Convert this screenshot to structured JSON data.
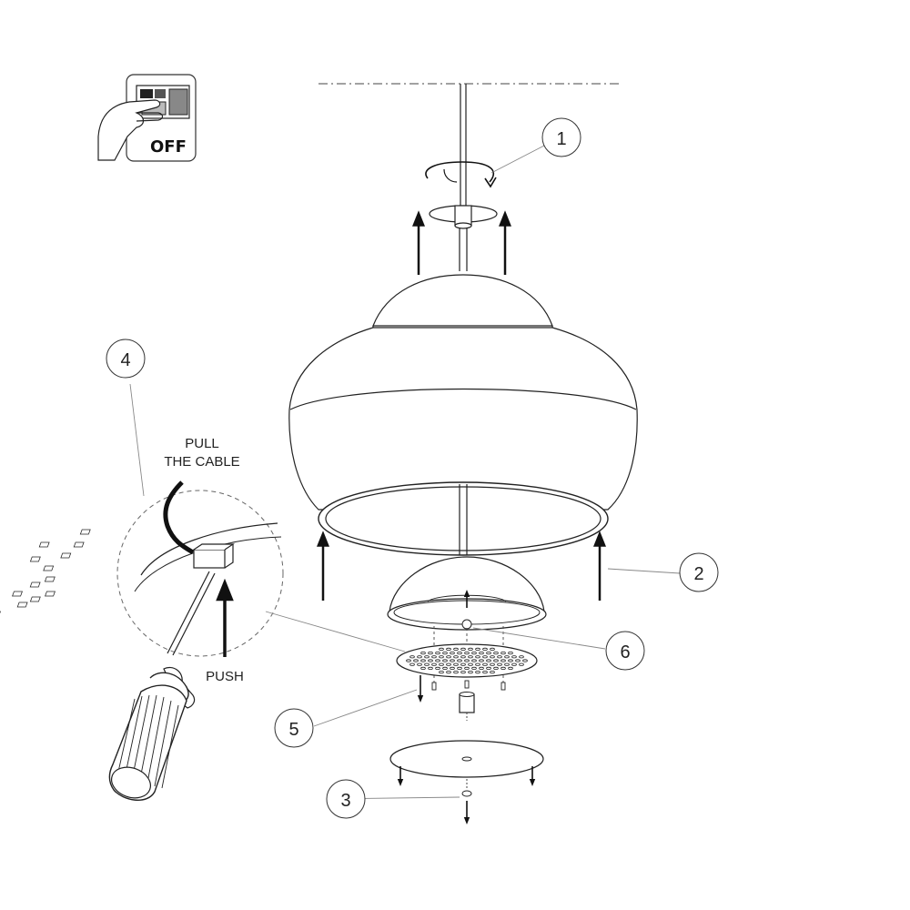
{
  "diagram": {
    "switch_label": "OFF",
    "pull_line1": "PULL",
    "pull_line2": "THE CABLE",
    "push_label": "PUSH",
    "callouts": [
      "1",
      "2",
      "3",
      "4",
      "5",
      "6"
    ]
  },
  "icons": {
    "switch": "power-switch-off-icon",
    "rotate": "rotate-clockwise-arrow-icon",
    "screwdriver": "screwdriver-icon"
  },
  "colors": {
    "stroke": "#222222",
    "fill": "#ffffff",
    "shade_light": "#f2f2f2"
  }
}
